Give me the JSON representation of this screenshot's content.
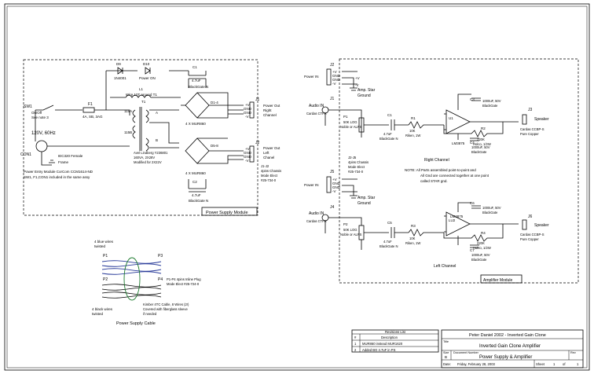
{
  "title_block": {
    "author": "Peter Daniel 2002 - Inverted Gain Clone",
    "title_label": "Title",
    "title": "Inverted Gain Clone Amplifier",
    "size_label": "Size",
    "size": "B",
    "docnum_label": "Document Number",
    "docnum": "Power Supply & Amplifier",
    "rev_label": "Rev",
    "date_label": "Date:",
    "date": "Friday, February 28, 2003",
    "sheet_label": "Sheet",
    "sheet_num": "1",
    "of_label": "of",
    "sheet_total": "1"
  },
  "revision_list": {
    "heading": "Revisions List",
    "col1": "#",
    "col2": "Description",
    "rows": [
      {
        "num": "1",
        "desc": "MUR860 instead MUR1620"
      },
      {
        "num": "2",
        "desc": "Added BG 4.7uF in PS"
      }
    ]
  },
  "power_supply": {
    "module_label": "Power Supply Module",
    "sw1": "SW1",
    "sw1_sub1": "On/Off",
    "sw1_sub2": "See note 3",
    "f1": "F1",
    "f1_val": "4A, SB, 3AG",
    "mains": "120V, 60Hz",
    "con1": "CON1",
    "iec": "IEC320 Female",
    "frame": "Frame",
    "entry_note1": "Power Entry Module CorCom CCM1614-ND",
    "entry_note2": "SW1, F1,CON1 included in the same assy",
    "d9": "D9",
    "d9_val": "1N4001",
    "d10": "D10",
    "d10_val": "Power ON",
    "l1": "L1",
    "l1_val": "Wire 10T around T1",
    "t1": "T1",
    "p_115a": "115A",
    "p_115b": "115B",
    "sec_a": "A",
    "sec_b": "B",
    "xfmr1": "Avel Lindberg Y236801",
    "xfmr2": "160VA, 2X28V",
    "xfmr3": "Modified for 2X22V",
    "c1": "C1",
    "c1_val": "4.7uF",
    "c1_type": "BlackGate N",
    "c2": "C2",
    "c2_val": "4.7uF",
    "c2_type": "BlackGate N",
    "d14": "D1-4",
    "d58": "D5-8",
    "bridge1": "4 X MUR860",
    "bridge2": "4 X MUR860",
    "j1": "J1",
    "j2": "J2",
    "out_v": "+V",
    "out_gnd": "GND",
    "out_nv": "-V",
    "pout_r1": "Power Out",
    "pout_r2": "Right",
    "pout_r3": "Channel",
    "pout_l1": "Power Out",
    "pout_l2": "Left",
    "pout_l3": "Chanel",
    "j12_1": "J1-J2",
    "j12_2": "4pins Chassis",
    "j12_3": "Mode Elect",
    "j12_4": "#25-734-0"
  },
  "cable": {
    "title": "Power Supply Cable",
    "p1": "P1",
    "p2": "P2",
    "p3": "P3",
    "p4": "P4",
    "blue_wires": "4 blue wires\ntwisted",
    "black_wires": "4 black wires\ntwisted",
    "plug1": "P1-P4 4pins Inline Plug",
    "plug2": "Mode Elect #25-724-0",
    "kimber1": "Kimber 4TC Cable, 8 Wires (2!)",
    "kimber2": "Covered with fiberglass sleeve",
    "kimber3": "if needed"
  },
  "amplifier": {
    "module_label": "Amplifier Module",
    "j2": "J2",
    "j5": "J5",
    "power_in": "Power IN",
    "star1": "Amp. Star",
    "star2": "Ground",
    "pins": [
      "+V",
      "GND",
      "GND",
      "-V"
    ],
    "j1": "J1",
    "j4": "J4",
    "audio_in": "Audio IN",
    "cardas": "Cardas CTFA",
    "p1": "P1",
    "p2": "P2",
    "pot1": "50K LOG",
    "pot2": "Noble or ALPS",
    "j25_1": "J2-J5",
    "j25_2": "4pins Chassis",
    "j25_3": "Mode Elect",
    "j25_4": "#25-734-0",
    "c1": "C1",
    "c5": "C5",
    "cin_val": "4.7uF",
    "cin_type": "BlackGate N",
    "r1": "R1",
    "r3": "R3",
    "rin_val": "10K",
    "rin_type": "Riken, 1W",
    "u1": "U1",
    "u2": "LU2",
    "ic": "LM3875",
    "c3": "C3",
    "c4": "C4",
    "c6": "C6",
    "c7": "C7",
    "cdec_val": "1000uF, 50V",
    "cdec_type": "BlackGate",
    "r2": "R2",
    "r4": "R4",
    "rfb_val": "220K",
    "rfb_type": "Holco, 1/2W",
    "j3": "J3",
    "j6": "J6",
    "speaker": "Speaker",
    "spk1": "Cardas CCBP-S",
    "spk2": "Pure Copper",
    "right_ch": "Right Channel",
    "left_ch": "Left Channel",
    "note1": "NOTE: All Parts assembled point-to-point and",
    "note2": "All Gnd are connected together at one point",
    "note3": "called STAR gnd."
  }
}
